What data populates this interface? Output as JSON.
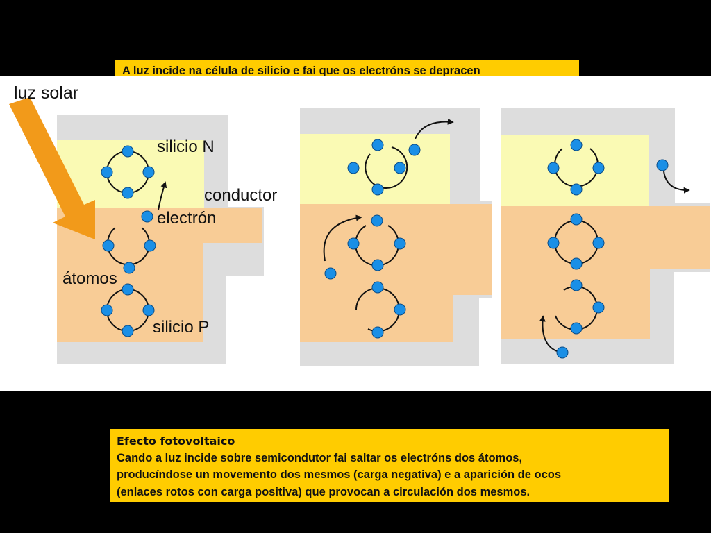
{
  "header": {
    "caption": "A luz incide na célula de silicio e fai que os electróns se depracen"
  },
  "labels": {
    "sunlight": "luz solar",
    "silicon_n": "silicio N",
    "conductor": "conductor",
    "electron": "electrón",
    "atoms": "átomos",
    "silicon_p": "silicio P"
  },
  "info": {
    "title": "Efecto fotovoltaico",
    "lines": [
      "Cando a luz incide sobre semicondutor fai saltar os electróns dos átomos,",
      "producíndose un movemento dos mesmos (carga negativa) e a aparición de ocos",
      "(enlaces rotos con carga positiva) que provocan a circulación dos mesmos."
    ]
  },
  "colors": {
    "background": "#000000",
    "caption_box": "#ffcc00",
    "panel_bg": "#ffffff",
    "conductor_gray": "#dddddd",
    "n_layer": "#fafab4",
    "p_layer": "#f8cc96",
    "sun_arrow": "#f29a1a",
    "electron": "#1a8fe6"
  }
}
